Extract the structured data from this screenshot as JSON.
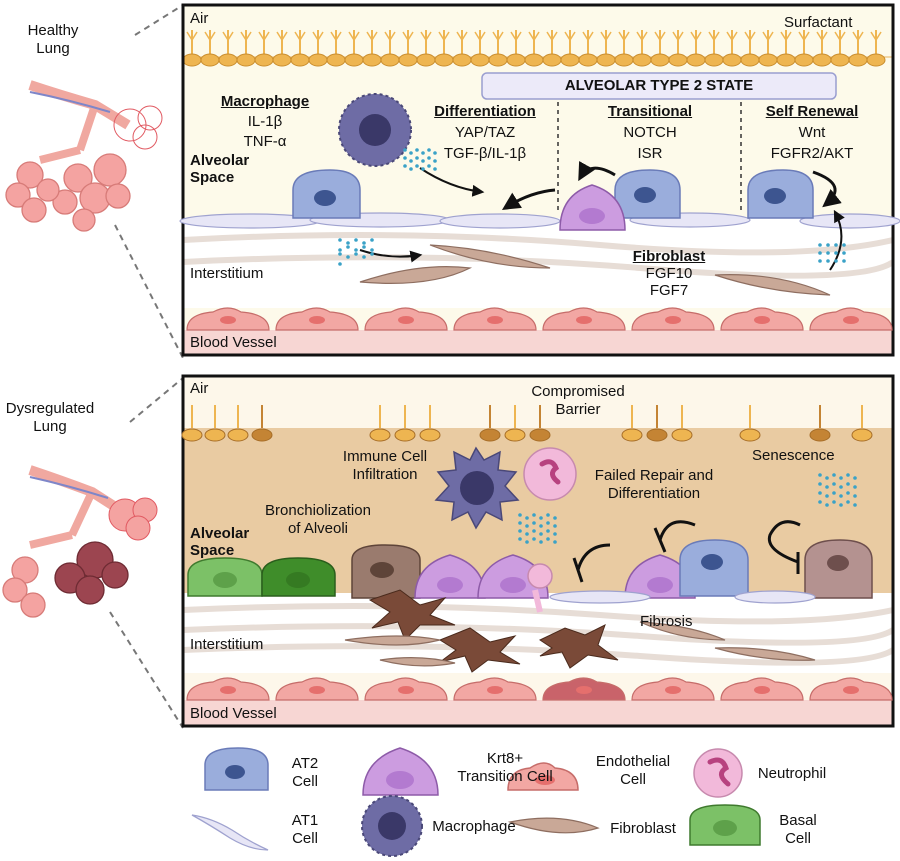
{
  "lungs": {
    "healthy": "Healthy\nLung",
    "dysregulated": "Dysregulated\nLung"
  },
  "healthy": {
    "air": "Air",
    "surfactant": "Surfactant",
    "banner": "ALVEOLAR TYPE 2 STATE",
    "alveolar_space": "Alveolar\nSpace",
    "interstitium": "Interstitium",
    "blood_vessel": "Blood Vessel",
    "macrophage": {
      "title": "Macrophage",
      "l1": "IL-1β",
      "l2": "TNF-α"
    },
    "differentiation": {
      "title": "Differentiation",
      "l1": "YAP/TAZ",
      "l2": "TGF-β/IL-1β"
    },
    "transitional": {
      "title": "Transitional",
      "l1": "NOTCH",
      "l2": "ISR"
    },
    "self_renewal": {
      "title": "Self Renewal",
      "l1": "Wnt",
      "l2": "FGFR2/AKT"
    },
    "fibroblast": {
      "title": "Fibroblast",
      "l1": "FGF10",
      "l2": "FGF7"
    }
  },
  "dysregulated": {
    "air": "Air",
    "barrier": "Compromised\nBarrier",
    "immune": "Immune Cell\nInfiltration",
    "failed": "Failed Repair and\nDifferentiation",
    "senescence": "Senescence",
    "bronch": "Bronchiolization\nof Alveoli",
    "alveolar_space": "Alveolar\nSpace",
    "fibrosis": "Fibrosis",
    "interstitium": "Interstitium",
    "blood_vessel": "Blood Vessel"
  },
  "legend": {
    "at2": "AT2\nCell",
    "krt8": "Krt8+\nTransition Cell",
    "endothelial": "Endothelial\nCell",
    "neutrophil": "Neutrophil",
    "at1": "AT1\nCell",
    "macrophage": "Macrophage",
    "fibroblast": "Fibroblast",
    "basal": "Basal\nCell"
  },
  "colors": {
    "at2": "#9aaddc",
    "krt8": "#cc9ce0",
    "endothelial": "#f2a7a3",
    "macrophage": "#6e6ca5",
    "fibroblast": "#c9a897",
    "basal": "#7cc167",
    "neutrophil": "#f2b9da",
    "surfactant": "#eeb551",
    "dysregulated_space": "#e9cba2"
  }
}
